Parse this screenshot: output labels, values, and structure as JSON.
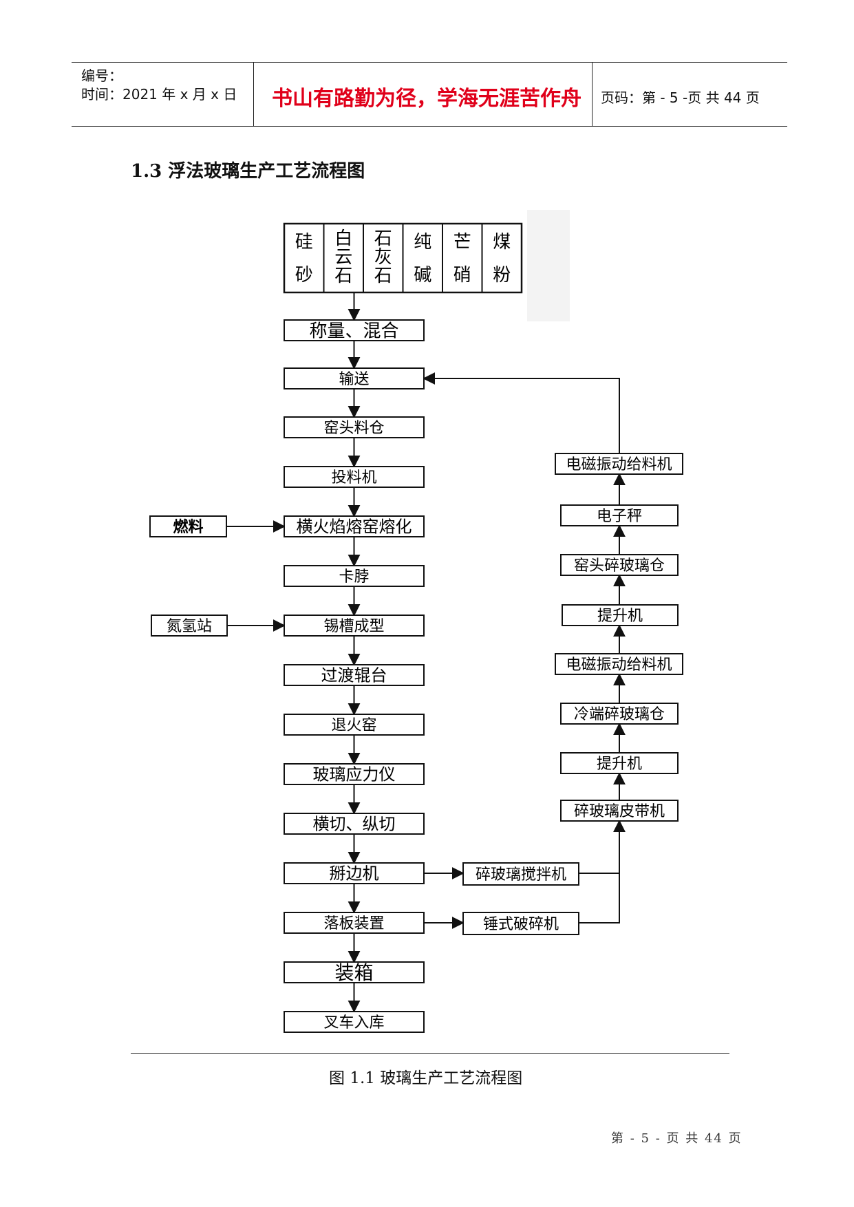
{
  "header": {
    "serial_label": "编号：",
    "time_label": "时间：2021 年 x 月 x 日",
    "motto": "书山有路勤为径，学海无涯苦作舟",
    "page_code": "页码：第 - 5 -页  共 44 页"
  },
  "section_title": "1.3  浮法玻璃生产工艺流程图",
  "raw_materials": [
    {
      "lines": [
        "硅",
        "砂"
      ]
    },
    {
      "lines": [
        "白",
        "云",
        "石"
      ]
    },
    {
      "lines": [
        "石",
        "灰",
        "石"
      ]
    },
    {
      "lines": [
        "纯",
        "碱"
      ]
    },
    {
      "lines": [
        "芒",
        "硝"
      ]
    },
    {
      "lines": [
        "煤",
        "粉"
      ]
    }
  ],
  "main_steps": [
    "称量、混合",
    "输送",
    "窑头料仓",
    "投料机",
    "横火焰熔窑熔化",
    "卡脖",
    "锡槽成型",
    "过渡辊台",
    "退火窑",
    "玻璃应力仪",
    "横切、纵切",
    "掰边机",
    "落板装置",
    "装箱",
    "叉车入库"
  ],
  "side_inputs": [
    "燃料",
    "氮氢站"
  ],
  "middle_steps": [
    "碎玻璃搅拌机",
    "锤式破碎机"
  ],
  "return_steps": [
    "电磁振动给料机",
    "电子秤",
    "窑头碎玻璃仓",
    "提升机",
    "电磁振动给料机",
    "冷端碎玻璃仓",
    "提升机",
    "碎玻璃皮带机"
  ],
  "caption": "图 1.1 玻璃生产工艺流程图",
  "footer": "第 - 5 - 页 共 44 页"
}
